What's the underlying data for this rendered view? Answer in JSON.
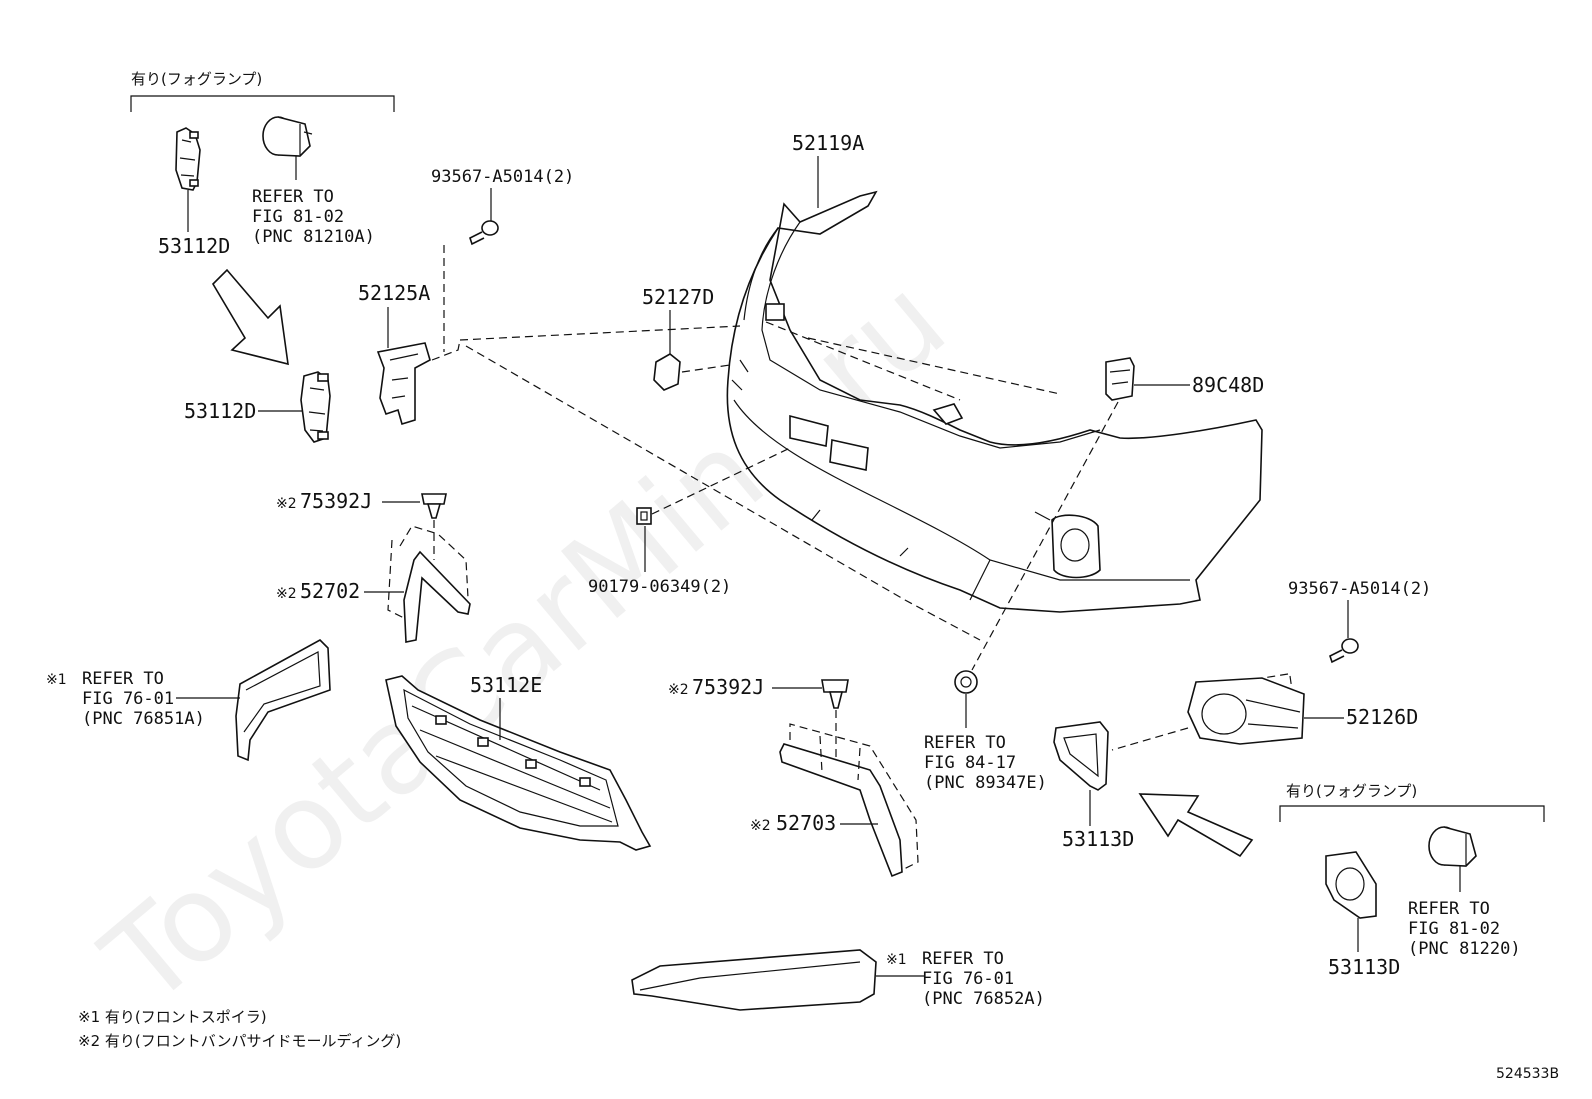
{
  "diagram_id": "524533B",
  "watermark": "ToyotaCarMine.ru",
  "notes": {
    "note1": "※1 有り(フロントスポイラ)",
    "note2": "※2 有り(フロントバンパサイドモールディング)"
  },
  "groups": {
    "left_foglamp_header": "有り(フォグランプ)",
    "right_foglamp_header": "有り(フォグランプ)"
  },
  "parts": {
    "p52119A": "52119A",
    "p52127D": "52127D",
    "p52125A": "52125A",
    "p89C48D": "89C48D",
    "p53112D_top": "53112D",
    "p53112D_mid": "53112D",
    "p93567_left": "93567-A5014(2)",
    "p93567_right": "93567-A5014(2)",
    "p90179": "90179-06349(2)",
    "p75392J_left": "75392J",
    "p75392J_right": "75392J",
    "p52702": "52702",
    "p52703": "52703",
    "p53112E": "53112E",
    "p52126D": "52126D",
    "p53113D_mid": "53113D",
    "p53113D_right": "53113D"
  },
  "marks": {
    "m75392J_left": "※2",
    "m52702": "※2",
    "m75392J_right": "※2",
    "m52703": "※2",
    "m_ref_76851A": "※1",
    "m_ref_76852A": "※1"
  },
  "refs": {
    "ref_81210A": {
      "l1": "REFER TO",
      "l2": "FIG 81-02",
      "l3": "(PNC 81210A)"
    },
    "ref_76851A": {
      "l1": "REFER TO",
      "l2": "FIG 76-01",
      "l3": "(PNC 76851A)"
    },
    "ref_89347E": {
      "l1": "REFER TO",
      "l2": "FIG 84-17",
      "l3": "(PNC 89347E)"
    },
    "ref_76852A": {
      "l1": "REFER TO",
      "l2": "FIG 76-01",
      "l3": "(PNC 76852A)"
    },
    "ref_81220": {
      "l1": "REFER TO",
      "l2": "FIG 81-02",
      "l3": "(PNC 81220)"
    }
  }
}
